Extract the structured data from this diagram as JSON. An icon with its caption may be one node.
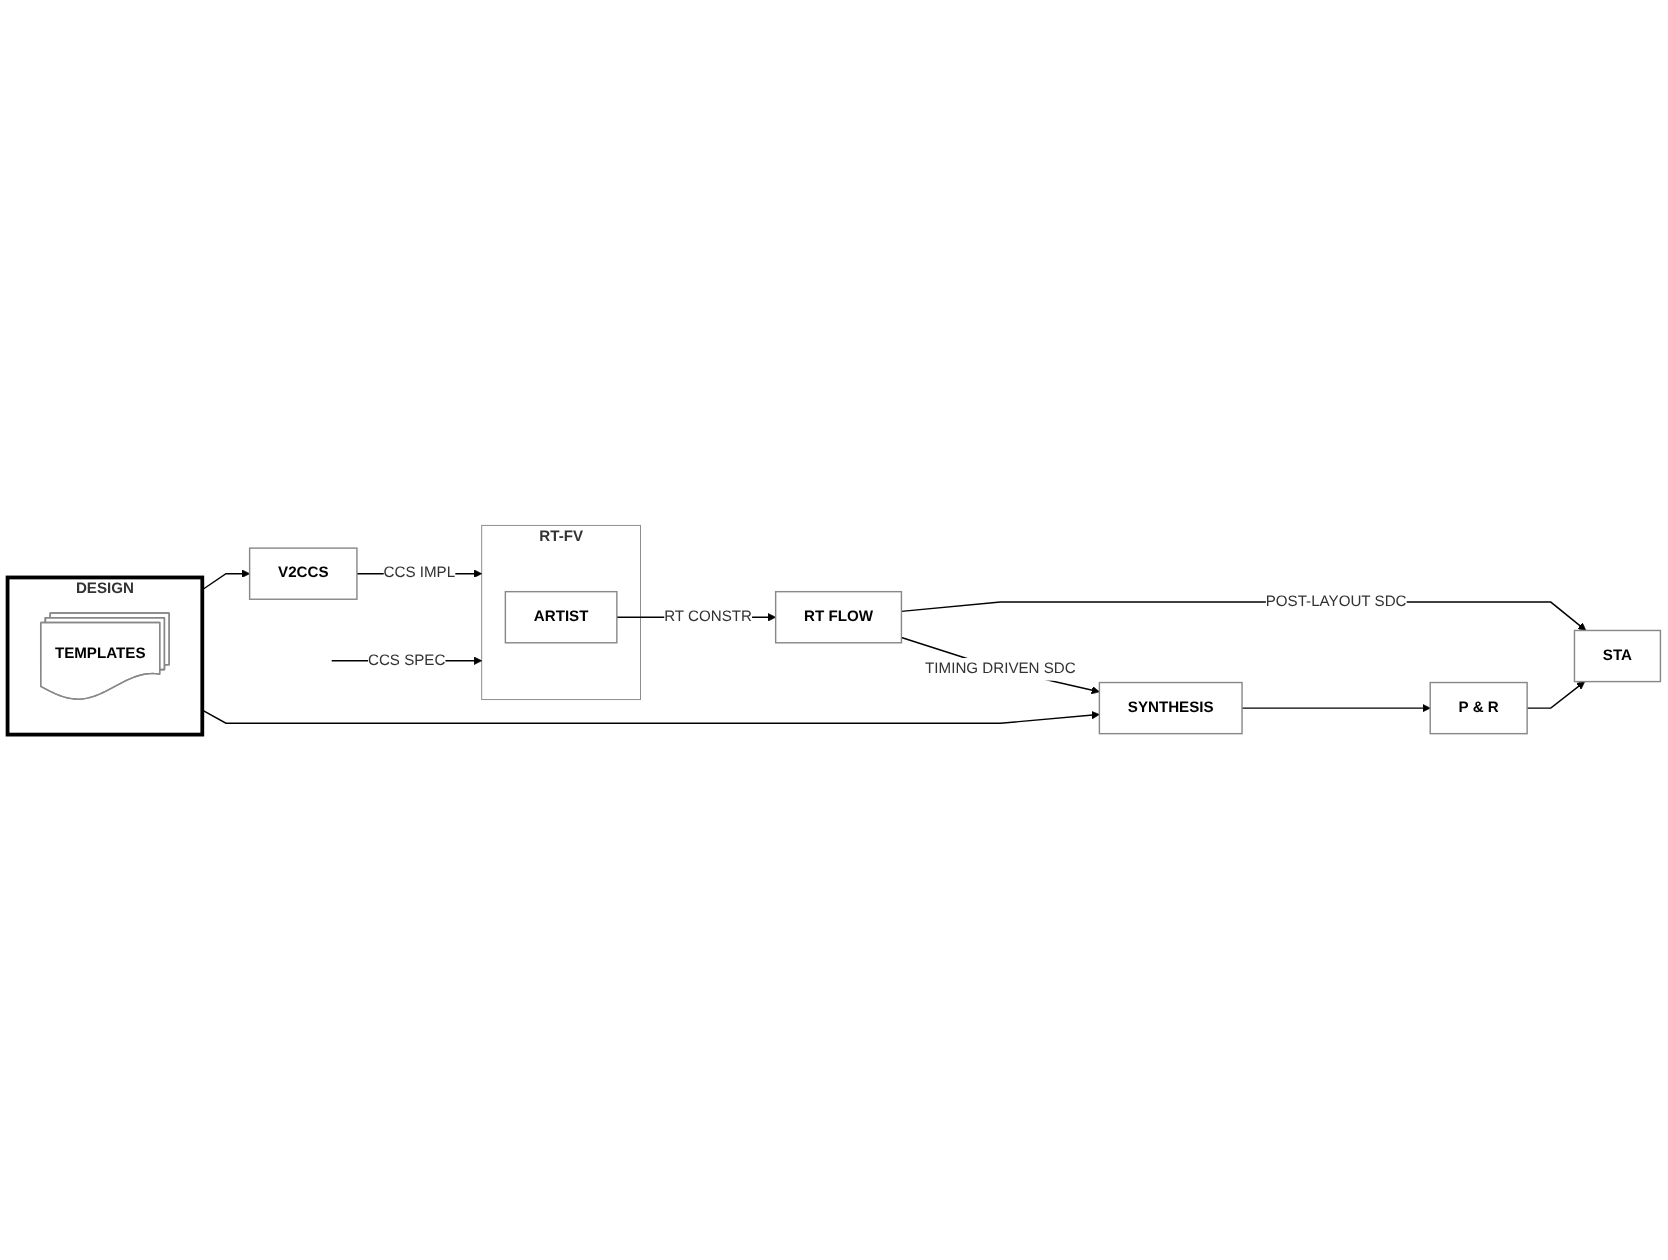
{
  "diagram": {
    "nodes": [
      {
        "text": [
          "DESIGN"
        ]
      },
      {
        "text": [
          "TEMPLATES"
        ],
        "in": 0
      },
      {
        "text": [
          "V2CCS"
        ]
      },
      {
        "text": [
          "RT-FV"
        ]
      },
      {
        "text": [
          "ARTIST"
        ],
        "in": 3
      },
      {
        "text": [
          "RT FLOW"
        ]
      },
      {
        "text": [
          "SYNTHESIS"
        ]
      },
      {
        "text": [
          "P & R"
        ]
      },
      {
        "text": [
          "STA"
        ]
      }
    ],
    "edges": [
      {
        "from": 0,
        "to": 2,
        "arrow": "to"
      },
      {
        "from": 2,
        "to": 3,
        "arrow": "to",
        "label": "CCS IMPL"
      },
      {
        "from": null,
        "to": 3,
        "arrow": "to",
        "label": "CCS SPEC"
      },
      {
        "from": 4,
        "to": 5,
        "arrow": "to",
        "label": "RT CONSTR"
      },
      {
        "from": 5,
        "to": 6,
        "arrow": "to",
        "label": "TIMING DRIVEN SDC"
      },
      {
        "from": 5,
        "to": 8,
        "arrow": "to",
        "label": "POST-LAYOUT SDC"
      },
      {
        "from": 0,
        "to": 6,
        "arrow": "to"
      },
      {
        "from": 6,
        "to": 7,
        "arrow": "to"
      },
      {
        "from": 7,
        "to": 8,
        "arrow": "to"
      }
    ]
  }
}
